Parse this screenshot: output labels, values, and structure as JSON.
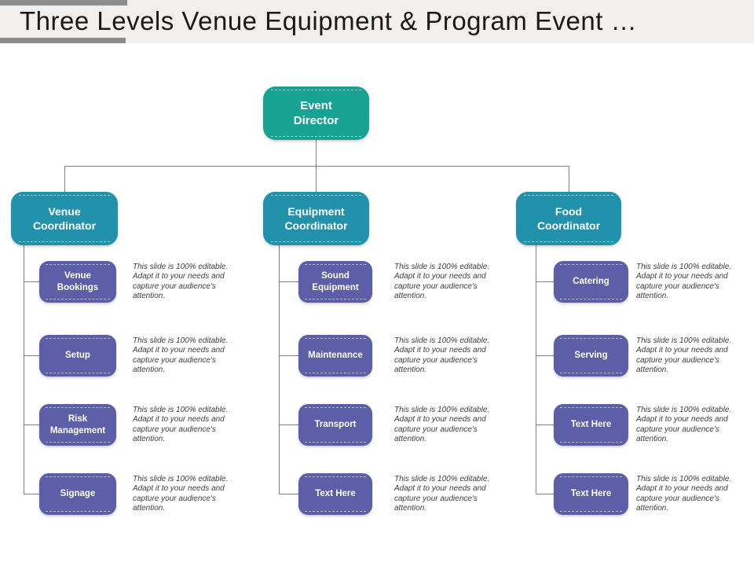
{
  "slide": {
    "title": "Three Levels Venue Equipment & Program Event …"
  },
  "editable_note": "This slide is 100% editable. Adapt it to your needs and capture your audience's attention.",
  "colors": {
    "director_fill": "#17a292",
    "coordinator_fill": "#2191ac",
    "child_fill": "#5c5fa7",
    "connector_line": "#808080",
    "title_bar_bg": "#f1f0ee",
    "title_accent": "#8d8d8d",
    "node_text": "#ffffff",
    "note_text": "#3d3d3d",
    "title_text": "#1a1a1a"
  },
  "org": {
    "director": {
      "label": "Event Director"
    },
    "columns": [
      {
        "coordinator": {
          "label": "Venue Coordinator"
        },
        "children": [
          {
            "label": "Venue Bookings"
          },
          {
            "label": "Setup"
          },
          {
            "label": "Risk Management"
          },
          {
            "label": "Signage"
          }
        ]
      },
      {
        "coordinator": {
          "label": "Equipment Coordinator"
        },
        "children": [
          {
            "label": "Sound Equipment"
          },
          {
            "label": "Maintenance"
          },
          {
            "label": "Transport"
          },
          {
            "label": "Text Here"
          }
        ]
      },
      {
        "coordinator": {
          "label": "Food Coordinator"
        },
        "children": [
          {
            "label": "Catering"
          },
          {
            "label": "Serving"
          },
          {
            "label": "Text Here"
          },
          {
            "label": "Text Here"
          }
        ]
      }
    ]
  }
}
